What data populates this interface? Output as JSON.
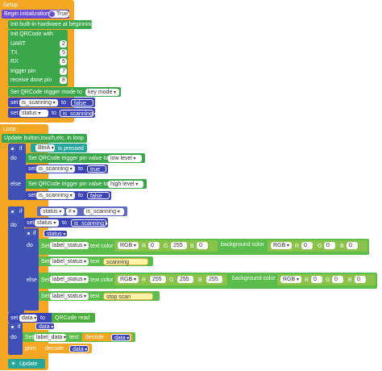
{
  "setup": {
    "title": "Setup",
    "begin_label": "Begin initialization",
    "begin_toggle": "True",
    "init_hw": "Init built-in hardware at beginning",
    "init_qr": "Init QRCode with",
    "uart": "UART",
    "uart_val": "2",
    "tx": "TX",
    "tx_val": "5",
    "rx": "RX",
    "rx_val": "6",
    "trigger_pin": "trigger pin",
    "trigger_val": "7",
    "receive_pin": "receive done pin",
    "receive_val": "8",
    "set_trigger_mode": "Set QRCode trigger mode to",
    "trigger_mode": "key mode",
    "set1": "set",
    "var_is_scanning": "is_scanning",
    "to1": "to",
    "false_val": "false",
    "set2": "set",
    "var_status": "status",
    "to2": "to",
    "is_scanning_val": "is_scanning"
  },
  "loop": {
    "title": "Loop",
    "update_label": "Update button,touch,etc. in loop",
    "if": "if",
    "btn": "BtnA",
    "is_pressed": "is pressed",
    "do": "do",
    "set_trig_low": "Set QRCode trigger pin value to",
    "low_level": "low level",
    "set_a": "set",
    "is_scanning_a": "is_scanning",
    "to_a": "to",
    "true_val": "true",
    "else": "else",
    "set_trig_high": "Set QRCode trigger pin value to",
    "high_level": "high level",
    "set_b": "set",
    "is_scanning_b": "is_scanning",
    "to_b": "to",
    "false_b": "false",
    "if2": "if",
    "status_a": "status",
    "neq": "≠",
    "is_scanning_c": "is_scanning",
    "do2": "do",
    "set_c": "set",
    "status_b": "status",
    "to_c": "to",
    "is_scanning_d": "is_scanning",
    "if3": "if",
    "status_c": "status",
    "do3": "do",
    "set_label_status": "Set",
    "label_status_a": "label_status",
    "text_color": "text color",
    "rgb": "RGB",
    "r": "R",
    "g": "G",
    "b": "B",
    "c1_r": "0",
    "c1_g": "255",
    "c1_b": "0",
    "background_color": "background color",
    "bg1_r": "0",
    "bg1_g": "0",
    "bg1_b": "0",
    "set_text_a": "Set",
    "label_status_b": "label_status",
    "text_a": "text",
    "scanning": "scanning",
    "else2": "else",
    "set_label_status2": "Set",
    "label_status_c": "label_status",
    "text_color2": "text color",
    "c2_r": "255",
    "c2_g": "255",
    "c2_b": "255",
    "background_color2": "background color",
    "bg2_r": "0",
    "bg2_g": "0",
    "bg2_b": "0",
    "set_text_b": "Set",
    "label_status_d": "label_status",
    "text_b": "text",
    "stop_scan": "stop scan",
    "set_data": "set",
    "data_var": "data",
    "to_d": "to",
    "qr_read": "QRCode read",
    "if4": "if",
    "data_cond": "data",
    "do4": "do",
    "set_label_data": "Set",
    "label_data": "label_data",
    "text_c": "text",
    "decode": "decode",
    "data_arg": "data",
    "print": "print",
    "decode2": "decode",
    "data_arg2": "data",
    "update": "Update"
  }
}
